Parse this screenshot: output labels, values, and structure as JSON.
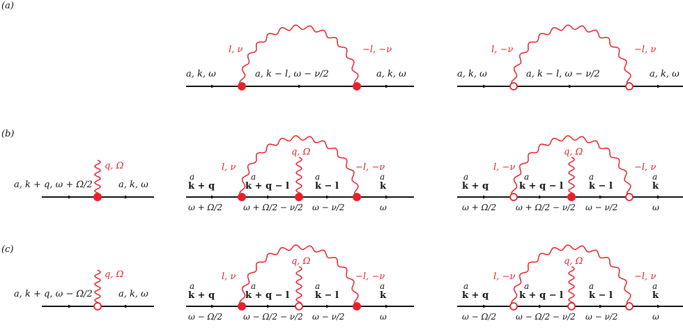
{
  "panels": {
    "a": {
      "label": "(a)"
    },
    "b": {
      "label": "(b)"
    },
    "c": {
      "label": "(c)"
    }
  },
  "labels": {
    "akw": "a, k, ω",
    "akmlw": "a, k − l, ω − ν/2",
    "l_nu": "l, ν",
    "ml_mnu": "−l, −ν",
    "l_mnu": "l, −ν",
    "ml_nu": "−l, ν",
    "q_Omega": "q, Ω",
    "akq_plus": "a, k + q, ω + Ω/2",
    "akq_minus": "a, k + q, ω − Ω/2",
    "a": "a",
    "kq": "k + q",
    "kql": "k + q − l",
    "kml": "k − l",
    "k": "k",
    "w": "ω",
    "w_plus_half": "ω + Ω/2",
    "w_minus_half": "ω − Ω/2",
    "w_minus_nu": "ω − ν/2",
    "w_pp": "ω + Ω/2 − ν/2",
    "w_mm": "ω − Ω/2 − ν/2"
  },
  "colors": {
    "line": "#111111",
    "photon": "#e8202a"
  }
}
